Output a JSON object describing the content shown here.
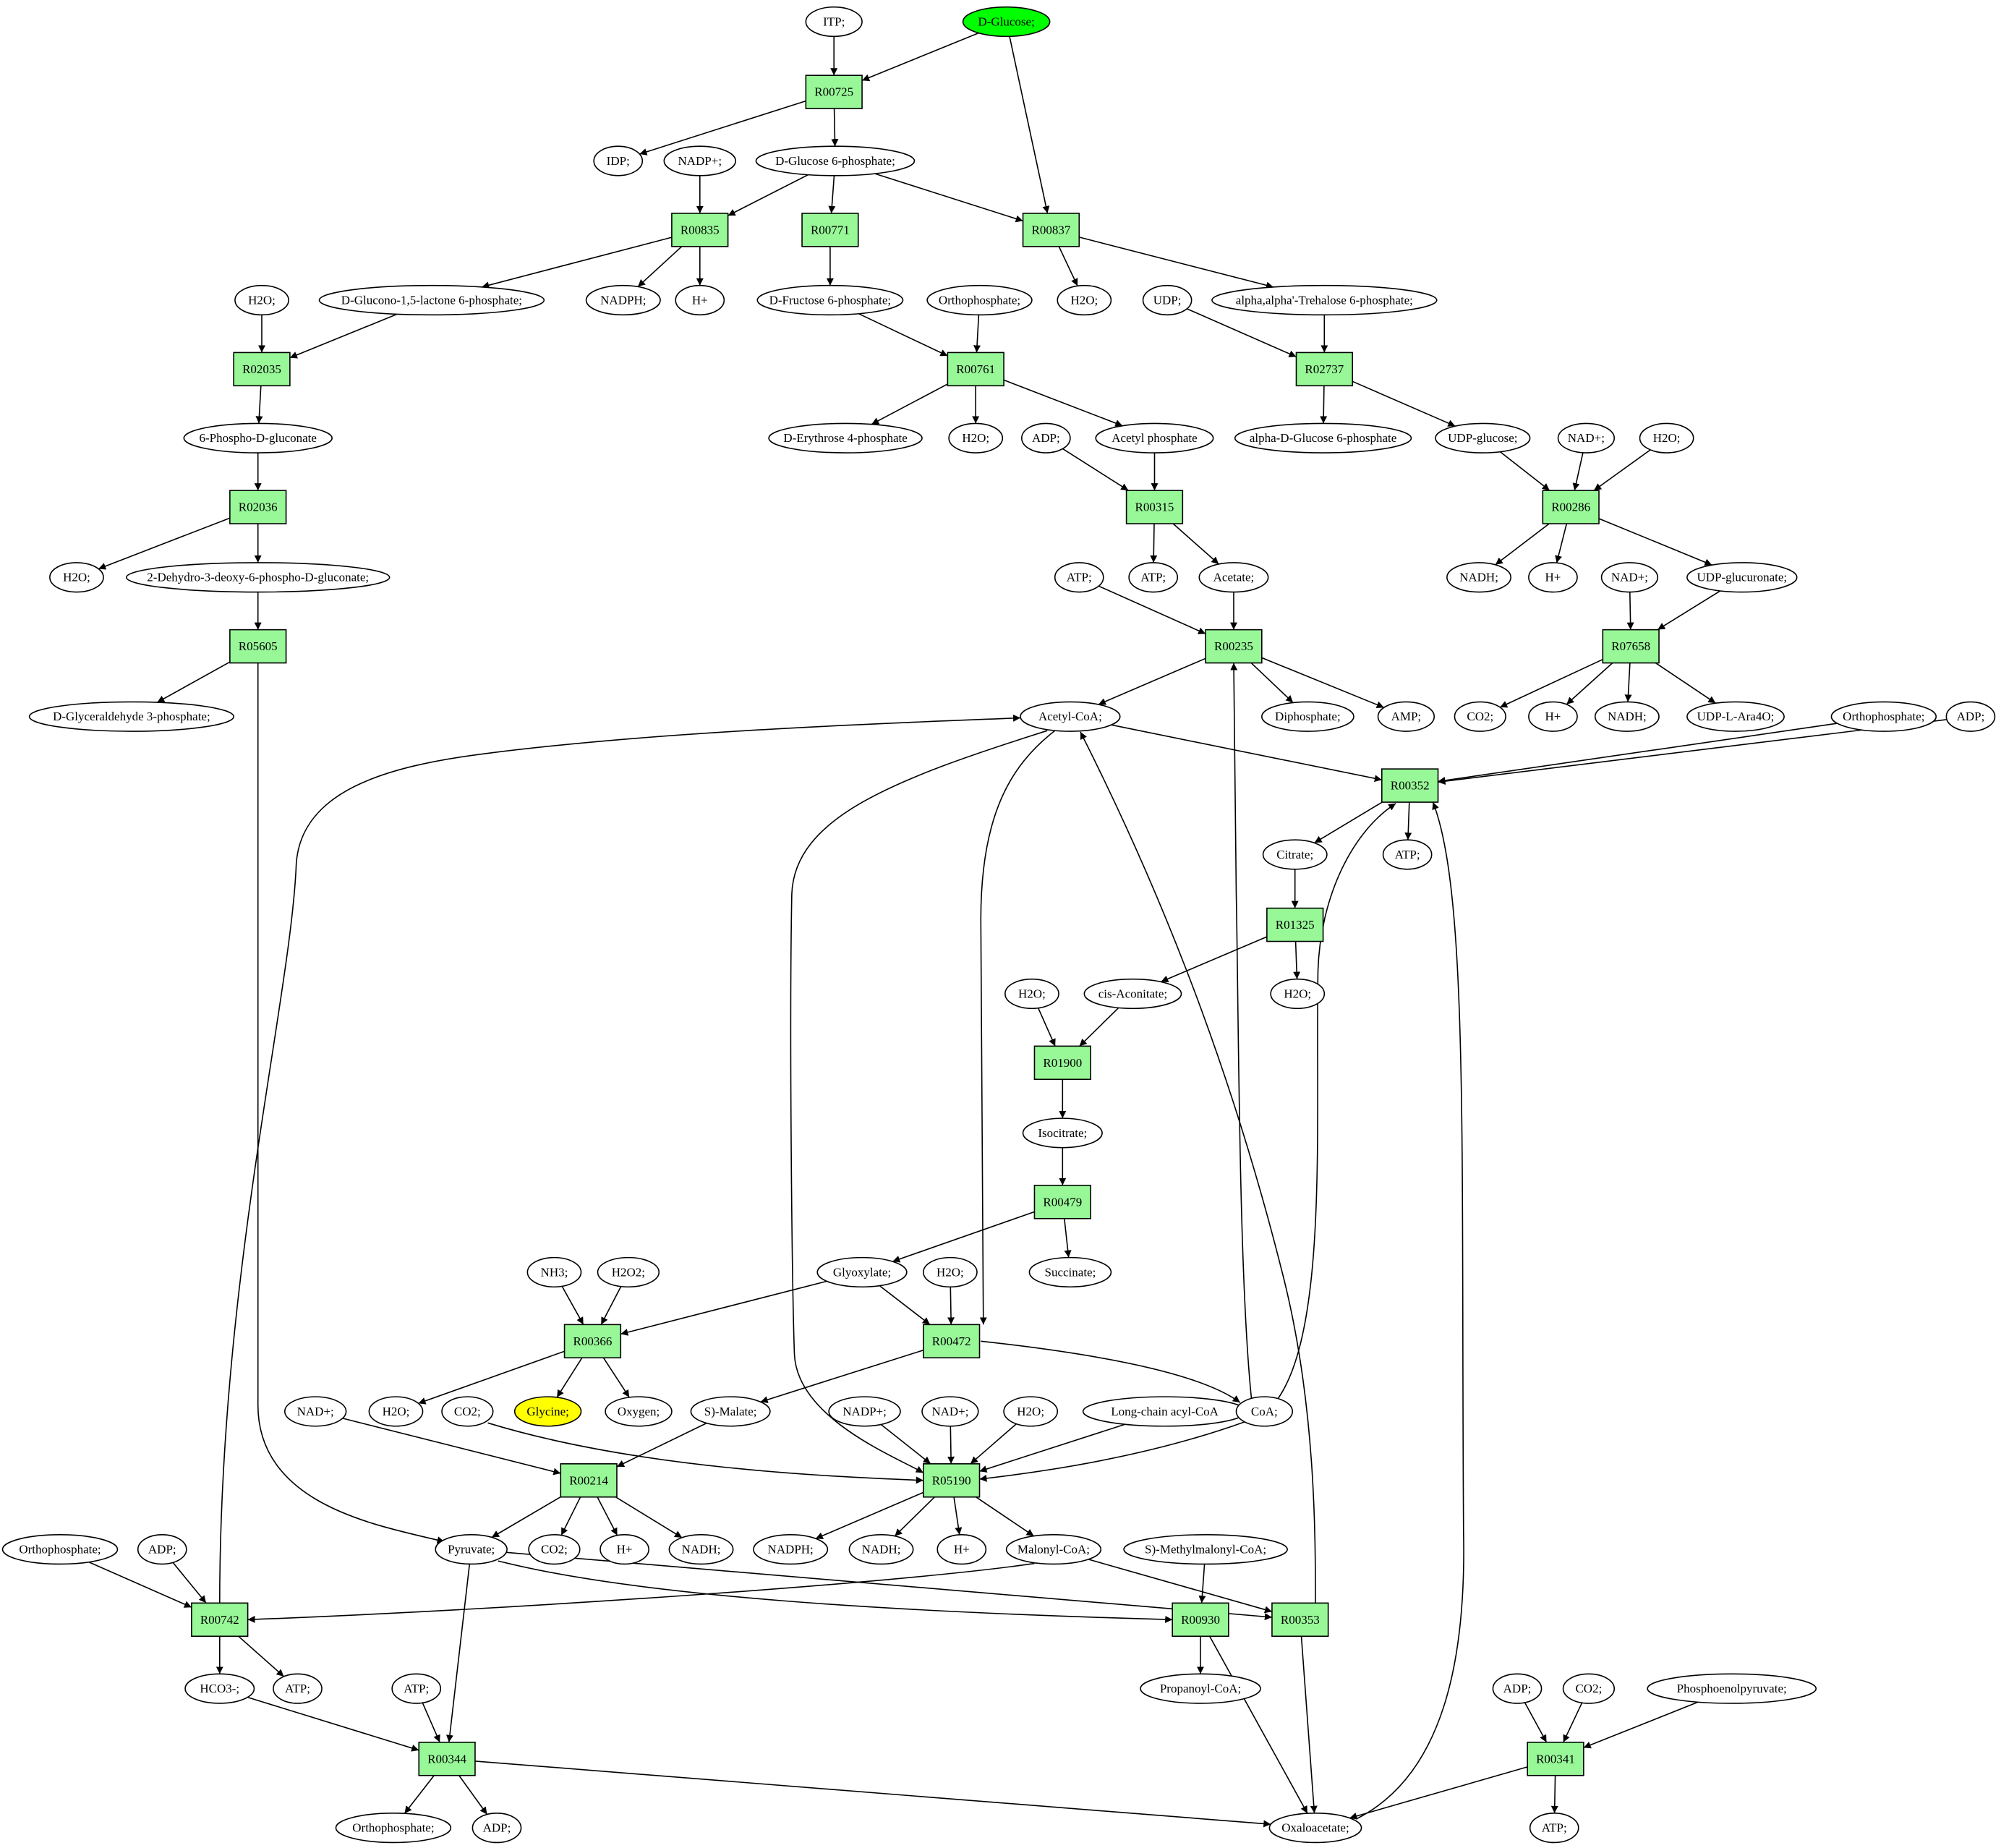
{
  "colors": {
    "reaction_fill": "#98f898",
    "start_node_fill": "#00ff00",
    "target_node_fill": "#ffff00",
    "node_fill": "#ffffff",
    "stroke": "#000000"
  },
  "nodes": [
    {
      "id": "m_itp",
      "label": "ITP;",
      "kind": "met"
    },
    {
      "id": "m_dglucose",
      "label": "D-Glucose;",
      "kind": "met",
      "highlight": "green"
    },
    {
      "id": "r_R00725",
      "label": "R00725",
      "kind": "rxn"
    },
    {
      "id": "m_idp",
      "label": "IDP;",
      "kind": "met"
    },
    {
      "id": "m_nadp1",
      "label": "NADP+;",
      "kind": "met"
    },
    {
      "id": "m_g6p",
      "label": "D-Glucose 6-phosphate;",
      "kind": "met"
    },
    {
      "id": "r_R00835",
      "label": "R00835",
      "kind": "rxn"
    },
    {
      "id": "r_R00771",
      "label": "R00771",
      "kind": "rxn"
    },
    {
      "id": "r_R00837",
      "label": "R00837",
      "kind": "rxn"
    },
    {
      "id": "m_h2o_a",
      "label": "H2O;",
      "kind": "met"
    },
    {
      "id": "m_glucono",
      "label": "D-Glucono-1,5-lactone 6-phosphate;",
      "kind": "met"
    },
    {
      "id": "m_nadph1",
      "label": "NADPH;",
      "kind": "met"
    },
    {
      "id": "m_hplus1",
      "label": "H+",
      "kind": "met"
    },
    {
      "id": "m_f6p",
      "label": "D-Fructose 6-phosphate;",
      "kind": "met"
    },
    {
      "id": "m_ortho1",
      "label": "Orthophosphate;",
      "kind": "met"
    },
    {
      "id": "m_h2o_b",
      "label": "H2O;",
      "kind": "met"
    },
    {
      "id": "m_udp",
      "label": "UDP;",
      "kind": "met"
    },
    {
      "id": "m_treh6p",
      "label": "alpha,alpha'-Trehalose 6-phosphate;",
      "kind": "met"
    },
    {
      "id": "r_R02035",
      "label": "R02035",
      "kind": "rxn"
    },
    {
      "id": "r_R00761",
      "label": "R00761",
      "kind": "rxn"
    },
    {
      "id": "r_R02737",
      "label": "R02737",
      "kind": "rxn"
    },
    {
      "id": "m_6pg",
      "label": "6-Phospho-D-gluconate",
      "kind": "met"
    },
    {
      "id": "m_e4p",
      "label": "D-Erythrose 4-phosphate",
      "kind": "met"
    },
    {
      "id": "m_h2o_c",
      "label": "H2O;",
      "kind": "met"
    },
    {
      "id": "m_adp1",
      "label": "ADP;",
      "kind": "met"
    },
    {
      "id": "m_acp",
      "label": "Acetyl phosphate",
      "kind": "met"
    },
    {
      "id": "m_ag6p",
      "label": "alpha-D-Glucose 6-phosphate",
      "kind": "met"
    },
    {
      "id": "m_udpglc",
      "label": "UDP-glucose;",
      "kind": "met"
    },
    {
      "id": "m_nad1",
      "label": "NAD+;",
      "kind": "met"
    },
    {
      "id": "m_h2o_d",
      "label": "H2O;",
      "kind": "met"
    },
    {
      "id": "r_R02036",
      "label": "R02036",
      "kind": "rxn"
    },
    {
      "id": "r_R00315",
      "label": "R00315",
      "kind": "rxn"
    },
    {
      "id": "r_R00286",
      "label": "R00286",
      "kind": "rxn"
    },
    {
      "id": "m_h2o_e",
      "label": "H2O;",
      "kind": "met"
    },
    {
      "id": "m_kdpg",
      "label": "2-Dehydro-3-deoxy-6-phospho-D-gluconate;",
      "kind": "met"
    },
    {
      "id": "m_atp1",
      "label": "ATP;",
      "kind": "met"
    },
    {
      "id": "m_atp2",
      "label": "ATP;",
      "kind": "met"
    },
    {
      "id": "m_acetate",
      "label": "Acetate;",
      "kind": "met"
    },
    {
      "id": "m_nadh1",
      "label": "NADH;",
      "kind": "met"
    },
    {
      "id": "m_hplus2",
      "label": "H+",
      "kind": "met"
    },
    {
      "id": "m_nad2",
      "label": "NAD+;",
      "kind": "met"
    },
    {
      "id": "m_udpglcA",
      "label": "UDP-glucuronate;",
      "kind": "met"
    },
    {
      "id": "r_R05605",
      "label": "R05605",
      "kind": "rxn"
    },
    {
      "id": "r_R00235",
      "label": "R00235",
      "kind": "rxn"
    },
    {
      "id": "r_R07658",
      "label": "R07658",
      "kind": "rxn"
    },
    {
      "id": "m_g3p",
      "label": "D-Glyceraldehyde 3-phosphate;",
      "kind": "met"
    },
    {
      "id": "m_accoa",
      "label": "Acetyl-CoA;",
      "kind": "met"
    },
    {
      "id": "m_ppi",
      "label": "Diphosphate;",
      "kind": "met"
    },
    {
      "id": "m_amp",
      "label": "AMP;",
      "kind": "met"
    },
    {
      "id": "m_co2_a",
      "label": "CO2;",
      "kind": "met"
    },
    {
      "id": "m_hplus3",
      "label": "H+",
      "kind": "met"
    },
    {
      "id": "m_nadh2",
      "label": "NADH;",
      "kind": "met"
    },
    {
      "id": "m_udpara",
      "label": "UDP-L-Ara4O;",
      "kind": "met"
    },
    {
      "id": "m_ortho2",
      "label": "Orthophosphate;",
      "kind": "met"
    },
    {
      "id": "m_adp2",
      "label": "ADP;",
      "kind": "met"
    },
    {
      "id": "r_R00352",
      "label": "R00352",
      "kind": "rxn"
    },
    {
      "id": "m_citrate",
      "label": "Citrate;",
      "kind": "met"
    },
    {
      "id": "m_atp3",
      "label": "ATP;",
      "kind": "met"
    },
    {
      "id": "r_R01325",
      "label": "R01325",
      "kind": "rxn"
    },
    {
      "id": "m_h2o_f",
      "label": "H2O;",
      "kind": "met"
    },
    {
      "id": "m_cisacon",
      "label": "cis-Aconitate;",
      "kind": "met"
    },
    {
      "id": "m_h2o_g",
      "label": "H2O;",
      "kind": "met"
    },
    {
      "id": "r_R01900",
      "label": "R01900",
      "kind": "rxn"
    },
    {
      "id": "m_isocit",
      "label": "Isocitrate;",
      "kind": "met"
    },
    {
      "id": "r_R00479",
      "label": "R00479",
      "kind": "rxn"
    },
    {
      "id": "m_nh3",
      "label": "NH3;",
      "kind": "met"
    },
    {
      "id": "m_h2o2",
      "label": "H2O2;",
      "kind": "met"
    },
    {
      "id": "m_glyox",
      "label": "Glyoxylate;",
      "kind": "met"
    },
    {
      "id": "m_h2o_h",
      "label": "H2O;",
      "kind": "met"
    },
    {
      "id": "m_succ",
      "label": "Succinate;",
      "kind": "met"
    },
    {
      "id": "r_R00366",
      "label": "R00366",
      "kind": "rxn"
    },
    {
      "id": "r_R00472",
      "label": "R00472",
      "kind": "rxn"
    },
    {
      "id": "m_nad3",
      "label": "NAD+;",
      "kind": "met"
    },
    {
      "id": "m_h2o_i",
      "label": "H2O;",
      "kind": "met"
    },
    {
      "id": "m_co2_b",
      "label": "CO2;",
      "kind": "met"
    },
    {
      "id": "m_glycine",
      "label": "Glycine;",
      "kind": "met",
      "highlight": "yellow"
    },
    {
      "id": "m_oxygen",
      "label": "Oxygen;",
      "kind": "met"
    },
    {
      "id": "m_smalate",
      "label": "S)-Malate;",
      "kind": "met"
    },
    {
      "id": "m_nadp2",
      "label": "NADP+;",
      "kind": "met"
    },
    {
      "id": "m_nad4",
      "label": "NAD+;",
      "kind": "met"
    },
    {
      "id": "m_h2o_j",
      "label": "H2O;",
      "kind": "met"
    },
    {
      "id": "m_lcacoa",
      "label": "Long-chain acyl-CoA",
      "kind": "met"
    },
    {
      "id": "m_coa",
      "label": "CoA;",
      "kind": "met"
    },
    {
      "id": "r_R00214",
      "label": "R00214",
      "kind": "rxn"
    },
    {
      "id": "r_R05190",
      "label": "R05190",
      "kind": "rxn"
    },
    {
      "id": "m_ortho3",
      "label": "Orthophosphate;",
      "kind": "met"
    },
    {
      "id": "m_adp3",
      "label": "ADP;",
      "kind": "met"
    },
    {
      "id": "m_pyruvate",
      "label": "Pyruvate;",
      "kind": "met"
    },
    {
      "id": "m_co2_c",
      "label": "CO2;",
      "kind": "met"
    },
    {
      "id": "m_hplus4",
      "label": "H+",
      "kind": "met"
    },
    {
      "id": "m_nadh3",
      "label": "NADH;",
      "kind": "met"
    },
    {
      "id": "m_nadph2",
      "label": "NADPH;",
      "kind": "met"
    },
    {
      "id": "m_nadh4",
      "label": "NADH;",
      "kind": "met"
    },
    {
      "id": "m_hplus5",
      "label": "H+",
      "kind": "met"
    },
    {
      "id": "m_malcoa",
      "label": "Malonyl-CoA;",
      "kind": "met"
    },
    {
      "id": "m_smmcoa",
      "label": "S)-Methylmalonyl-CoA;",
      "kind": "met"
    },
    {
      "id": "r_R00742",
      "label": "R00742",
      "kind": "rxn"
    },
    {
      "id": "r_R00930",
      "label": "R00930",
      "kind": "rxn"
    },
    {
      "id": "r_R00353",
      "label": "R00353",
      "kind": "rxn"
    },
    {
      "id": "m_hco3",
      "label": "HCO3-;",
      "kind": "met"
    },
    {
      "id": "m_atp4",
      "label": "ATP;",
      "kind": "met"
    },
    {
      "id": "m_atp5",
      "label": "ATP;",
      "kind": "met"
    },
    {
      "id": "m_propcoa",
      "label": "Propanoyl-CoA;",
      "kind": "met"
    },
    {
      "id": "m_adp4",
      "label": "ADP;",
      "kind": "met"
    },
    {
      "id": "m_co2_d",
      "label": "CO2;",
      "kind": "met"
    },
    {
      "id": "m_pep",
      "label": "Phosphoenolpyruvate;",
      "kind": "met"
    },
    {
      "id": "r_R00344",
      "label": "R00344",
      "kind": "rxn"
    },
    {
      "id": "r_R00341",
      "label": "R00341",
      "kind": "rxn"
    },
    {
      "id": "m_ortho4",
      "label": "Orthophosphate;",
      "kind": "met"
    },
    {
      "id": "m_adp5",
      "label": "ADP;",
      "kind": "met"
    },
    {
      "id": "m_oaa",
      "label": "Oxaloacetate;",
      "kind": "met"
    },
    {
      "id": "m_atp6",
      "label": "ATP;",
      "kind": "met"
    }
  ]
}
